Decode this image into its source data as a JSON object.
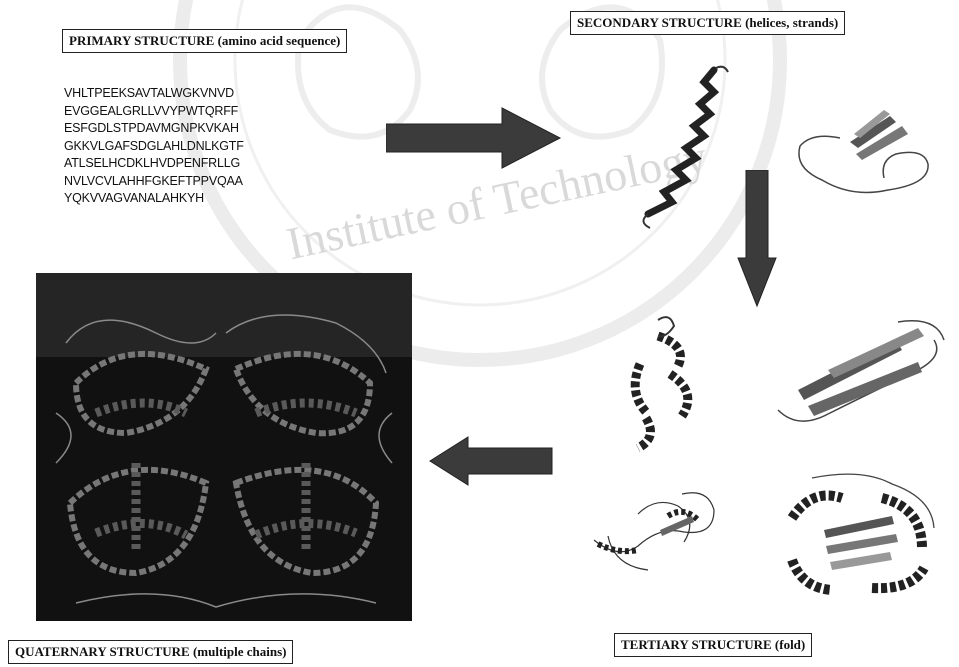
{
  "labels": {
    "primary": "PRIMARY STRUCTURE (amino acid sequence)",
    "secondary": "SECONDARY STRUCTURE (helices, strands)",
    "quaternary": "QUATERNARY STRUCTURE (multiple chains)",
    "tertiary": "TERTIARY STRUCTURE (fold)"
  },
  "sequence": [
    "VHLTPEEKSAVTALWGKVNVD",
    "EVGGEALGRLLVVYPWTQRFF",
    "ESFGDLSTPDAVMGNPKVKAH",
    "GKKVLGAFSDGLAHLDNLKGTF",
    "ATLSELHCDKLHVDPENFRLLG",
    "NVLVCVLAHHFGKEFTPPVQAA",
    "YQKVVAGVANALAHKYH"
  ],
  "watermark": {
    "text": "Institute of Technology"
  },
  "colors": {
    "arrow": "#3b3b3b",
    "panel": "#111111",
    "helix": "#222222",
    "strand": "#555555"
  }
}
